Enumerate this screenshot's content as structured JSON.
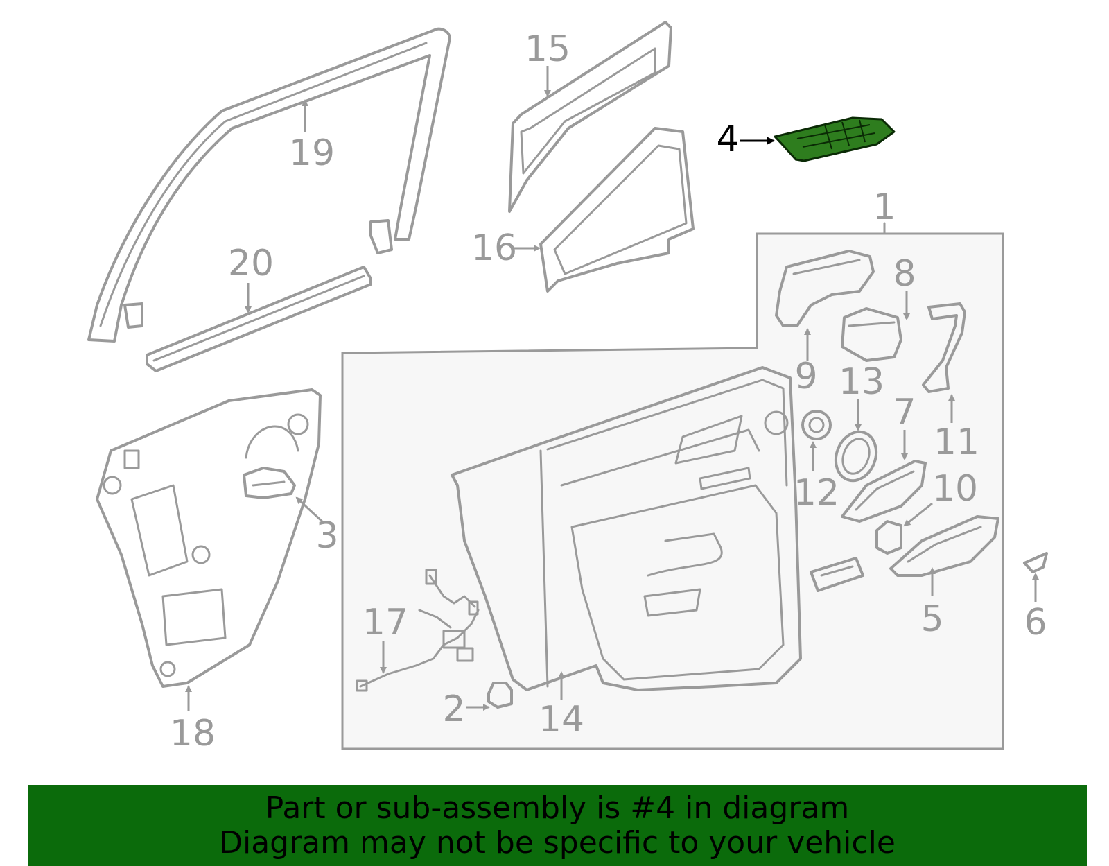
{
  "colors": {
    "line_gray": "#9a9a9a",
    "highlight_green": "#2e7d1e",
    "banner_green": "#0b6b0b",
    "highlight_text": "#000000"
  },
  "highlighted_part": "4",
  "callouts": [
    {
      "id": "1",
      "label": "1"
    },
    {
      "id": "2",
      "label": "2"
    },
    {
      "id": "3",
      "label": "3"
    },
    {
      "id": "4",
      "label": "4"
    },
    {
      "id": "5",
      "label": "5"
    },
    {
      "id": "6",
      "label": "6"
    },
    {
      "id": "7",
      "label": "7"
    },
    {
      "id": "8",
      "label": "8"
    },
    {
      "id": "9",
      "label": "9"
    },
    {
      "id": "10",
      "label": "10"
    },
    {
      "id": "11",
      "label": "11"
    },
    {
      "id": "12",
      "label": "12"
    },
    {
      "id": "13",
      "label": "13"
    },
    {
      "id": "14",
      "label": "14"
    },
    {
      "id": "15",
      "label": "15"
    },
    {
      "id": "16",
      "label": "16"
    },
    {
      "id": "17",
      "label": "17"
    },
    {
      "id": "18",
      "label": "18"
    },
    {
      "id": "19",
      "label": "19"
    },
    {
      "id": "20",
      "label": "20"
    }
  ],
  "banner": {
    "line1": "Part or sub-assembly is #4 in diagram",
    "line2": "Diagram may not be specific to your vehicle"
  }
}
